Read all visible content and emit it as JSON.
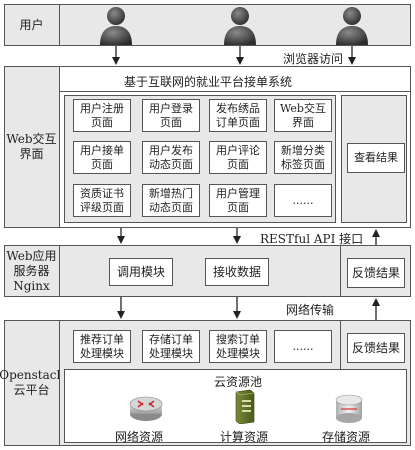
{
  "layers": {
    "user": {
      "label": "用户"
    },
    "web": {
      "label": "Web交互\n界面",
      "title": "基于互联网的就业平台接单系统",
      "modules": [
        "用户注册\n页面",
        "用户登录\n页面",
        "发布绣品\n订单页面",
        "Web交互\n界面",
        "用户接单\n页面",
        "用户发布\n动态页面",
        "用户评论\n页面",
        "新增分类\n标签页面",
        "资质证书\n评级页面",
        "新增热门\n动态页面",
        "用户管理\n页面",
        "......"
      ],
      "side": "查看结果"
    },
    "server": {
      "label": "Web应用\n服务器\nNginx",
      "modules": [
        "调用模块",
        "接收数据"
      ],
      "side": "反馈结果"
    },
    "cloud": {
      "label": "Openstack\n云平台",
      "modules": [
        "推荐订单\n处理模块",
        "存储订单\n处理模块",
        "搜索订单\n处理模块",
        "......"
      ],
      "side": "反馈结果",
      "pool_title": "云资源池",
      "resources": [
        "网络资源",
        "计算资源",
        "存储资源"
      ]
    }
  },
  "connectors": {
    "browser": "浏览器访问",
    "api": "RESTful API 接口",
    "network": "网络传输"
  }
}
